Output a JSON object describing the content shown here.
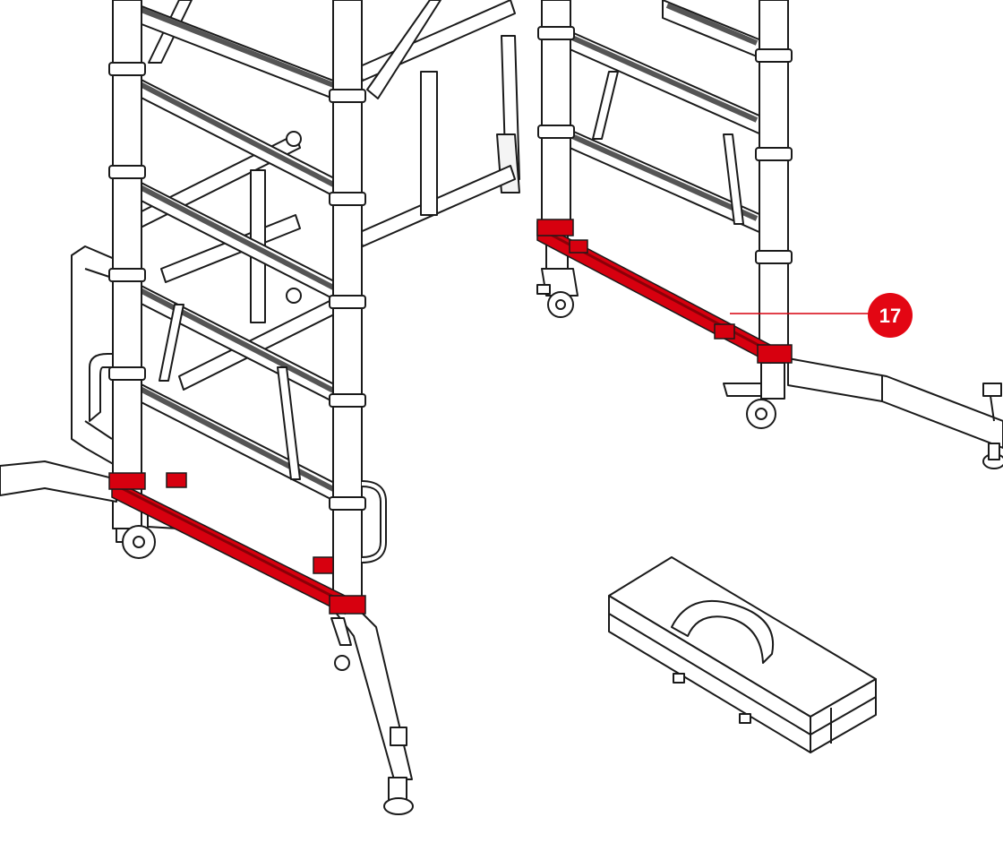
{
  "callout": {
    "number": "17",
    "color": "#e30613"
  },
  "colors": {
    "outline": "#1a1a1a",
    "fill": "#ffffff",
    "highlight": "#d7000f",
    "highlight_dark": "#8a0008",
    "rail_dark": "#555555"
  },
  "parts": {
    "highlighted": [
      "stabiliser-brace-front",
      "stabiliser-brace-rear"
    ],
    "icons": [
      "scaffold-tower",
      "castor-wheel",
      "stabiliser-outrigger",
      "carry-bag"
    ]
  }
}
